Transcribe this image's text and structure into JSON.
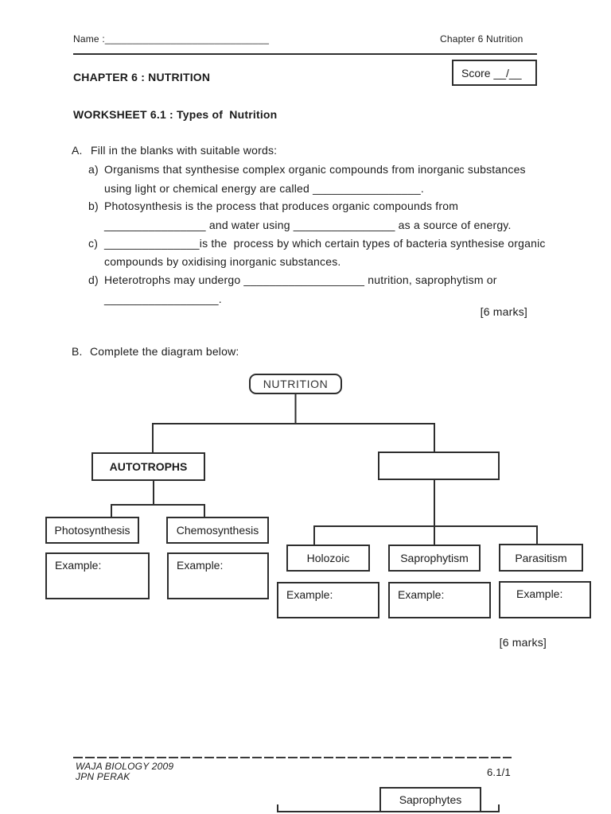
{
  "colors": {
    "ink": "#1b1b1b",
    "border": "#2e2e2e"
  },
  "header": {
    "name_line": "Name :______________________________",
    "chapter_ref": "Chapter 6 Nutrition",
    "chapter_title": "CHAPTER 6 : NUTRITION",
    "score_label": "Score __/__",
    "worksheet_title": "WORKSHEET 6.1 : Types of  Nutrition"
  },
  "section_a": {
    "label": "A.",
    "intro": "Fill in the blanks with suitable words:",
    "items": [
      {
        "label": "a)",
        "line1": "Organisms that synthesise complex organic compounds from inorganic substances",
        "line2": "using light or chemical energy are called _________________."
      },
      {
        "label": "b)",
        "line1": "Photosynthesis is the process that produces organic compounds from",
        "line2": "________________ and water using ________________ as a source of energy."
      },
      {
        "label": "c)",
        "line1": "_______________is the  process by which certain types of bacteria synthesise organic",
        "line2": "compounds by oxidising inorganic substances."
      },
      {
        "label": "d)",
        "line1": "Heterotrophs may undergo ___________________ nutrition, saprophytism or",
        "line2": "__________________."
      }
    ],
    "marks": "[6 marks]"
  },
  "section_b": {
    "label": "B.",
    "intro": "Complete the diagram below:",
    "marks": "[6 marks]"
  },
  "diagram": {
    "root": "NUTRITION",
    "autotrophs": "AUTOTROPHS",
    "heterotrophs_blank": "",
    "photosynthesis": "Photosynthesis",
    "chemosynthesis": "Chemosynthesis",
    "holozoic": "Holozoic",
    "saprophytism": "Saprophytism",
    "parasitism": "Parasitism",
    "example_label": "Example:"
  },
  "footer": {
    "org_line1": "WAJA BIOLOGY 2009",
    "org_line2": "JPN PERAK",
    "page_ref": "6.1/1"
  },
  "next_page_fragment": {
    "box_label": "Saprophytes"
  }
}
